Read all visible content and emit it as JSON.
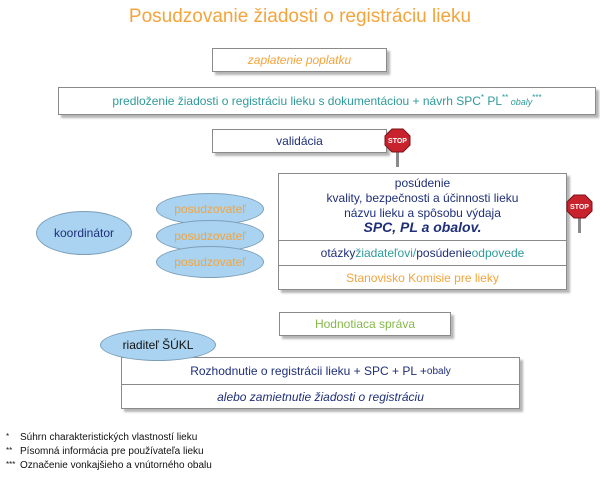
{
  "title": "Posudzovanie žiadosti o registráciu lieku",
  "steps": {
    "fee": "zaplatenie poplatku",
    "submission": {
      "main": "predloženie žiadosti o registráciu lieku s dokumentáciou + návrh SPC",
      "mark1": "*",
      "pl": " PL",
      "mark2": "**",
      "obaly": " obaly",
      "mark3": "***"
    },
    "validation": "validácia",
    "assessment": {
      "line1": "posúdenie",
      "line2": "kvality, bezpečnosti a účinnosti lieku",
      "line3": "názvu lieku a spôsobu výdaja",
      "line4": "SPC, PL a obalov."
    },
    "questions": {
      "q1": "otázky ",
      "q2": "žiadateľovi/ ",
      "q3": "posúdenie ",
      "q4": "odpovede"
    },
    "committee": "Stanovisko Komisie pre lieky",
    "report": "Hodnotiaca správa",
    "decision": {
      "main": "Rozhodnutie o registrácii lieku + SPC + PL + ",
      "obaly": "obaly"
    },
    "rejection": "alebo zamietnutie žiadosti o registráciu"
  },
  "roles": {
    "coordinator": "koordinátor",
    "assessor1": "posudzovateľ",
    "assessor2": "posudzovateľ",
    "assessor3": "posudzovateľ",
    "director": "riaditeľ ŠÚKL"
  },
  "stop_sign": "STOP",
  "footnotes": [
    {
      "mark": "*",
      "text": "Súhrn charakteristických vlastností lieku"
    },
    {
      "mark": "**",
      "text": "Písomná informácia pre používateľa lieku"
    },
    {
      "mark": "***",
      "text": "Označenie vonkajšieho a vnútorného obalu"
    }
  ],
  "colors": {
    "title": "#f4a43c",
    "ellipse": "#a9d3f0",
    "stop": "#c8232c"
  }
}
